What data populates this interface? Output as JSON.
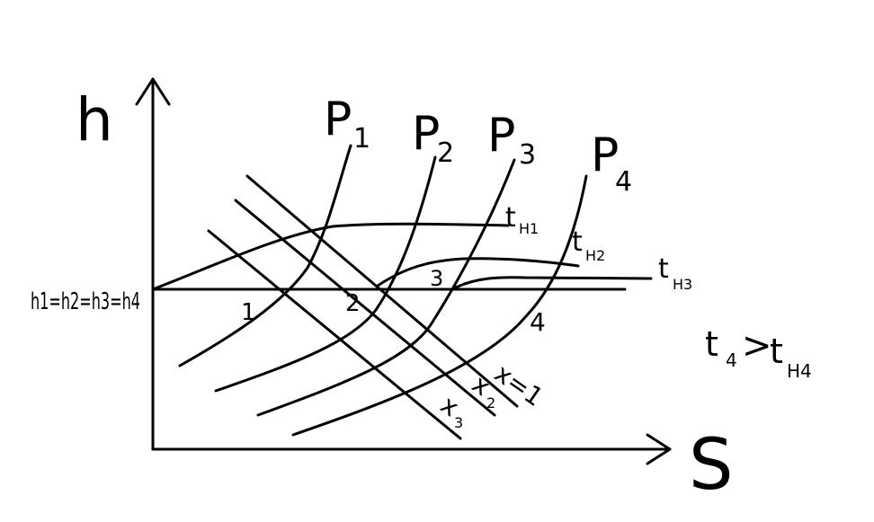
{
  "axes": {
    "y_label": "h",
    "x_label": "S"
  },
  "pressures": [
    {
      "label": "P",
      "sub": "1"
    },
    {
      "label": "P",
      "sub": "2"
    },
    {
      "label": "P",
      "sub": "3"
    },
    {
      "label": "P",
      "sub": "4"
    }
  ],
  "saturation_temps": [
    {
      "label": "t",
      "sub": "H1"
    },
    {
      "label": "t",
      "sub": "H2"
    },
    {
      "label": "t",
      "sub": "H3"
    }
  ],
  "dryness": [
    {
      "label": "x=1"
    },
    {
      "label": "x",
      "sub": "2"
    },
    {
      "label": "x",
      "sub": "3"
    }
  ],
  "points": [
    "1",
    "2",
    "3",
    "4"
  ],
  "equal_enthalpy": "h1=h2=h3=h4",
  "relation": {
    "lhs": "t",
    "lhs_sub": "4",
    "op": ">",
    "rhs": "t",
    "rhs_sub": "H4"
  }
}
